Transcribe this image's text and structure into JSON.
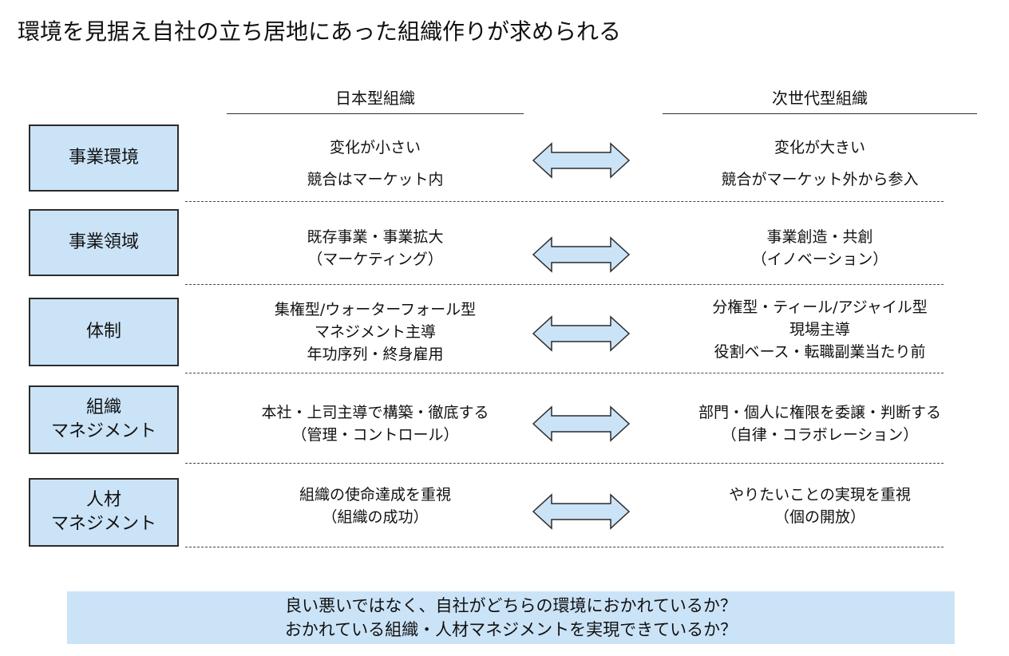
{
  "title": "環境を見据え自社の立ち居地にあった組織作りが求められる",
  "headers": {
    "left": "日本型組織",
    "right": "次世代型組織"
  },
  "rows": [
    {
      "label": [
        "事業環境"
      ],
      "left": [
        "変化が小さい",
        "競合はマーケット内"
      ],
      "right": [
        "変化が大きい",
        "競合がマーケット外から参入"
      ]
    },
    {
      "label": [
        "事業領域"
      ],
      "left": [
        "既存事業・事業拡大",
        "（マーケティング）"
      ],
      "right": [
        "事業創造・共創",
        "（イノベーション）"
      ]
    },
    {
      "label": [
        "体制"
      ],
      "left": [
        "集権型/ウォーターフォール型",
        "マネジメント主導",
        "年功序列・終身雇用"
      ],
      "right": [
        "分権型・ティール/アジャイル型",
        "現場主導",
        "役割ベース・転職副業当たり前"
      ]
    },
    {
      "label": [
        "組織",
        "マネジメント"
      ],
      "left": [
        "本社・上司主導で構築・徹底する",
        "（管理・コントロール）"
      ],
      "right": [
        "部門・個人に権限を委譲・判断する",
        "（自律・コラボレーション）"
      ]
    },
    {
      "label": [
        "人材",
        "マネジメント"
      ],
      "left": [
        "組織の使命達成を重視",
        "（組織の成功）"
      ],
      "right": [
        "やりたいことの実現を重視",
        "（個の開放）"
      ]
    }
  ],
  "footer": {
    "line1": "良い悪いではなく、自社がどちらの環境におかれているか？",
    "line2": "おかれている組織・人材マネジメントを実現できているか？"
  },
  "colors": {
    "box_fill": "#cbe3f7",
    "arrow_fill": "#cbe3f7",
    "border": "#2b2b2b"
  }
}
